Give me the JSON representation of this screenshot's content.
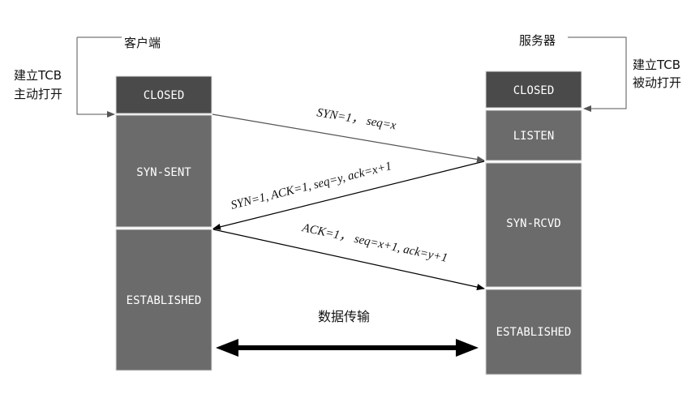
{
  "client": {
    "title": "客户端",
    "open_note": [
      "建立TCB",
      "主动打开"
    ],
    "states": [
      "CLOSED",
      "SYN-SENT",
      "ESTABLISHED"
    ]
  },
  "server": {
    "title": "服务器",
    "open_note": [
      "建立TCB",
      "被动打开"
    ],
    "states": [
      "CLOSED",
      "LISTEN",
      "SYN-RCVD",
      "ESTABLISHED"
    ]
  },
  "messages": {
    "syn": "SYN=1， seq=x",
    "syn_ack": "SYN=1, ACK=1, seq=y, ack=x+1",
    "ack": "ACK=1， seq=x+1, ack=y+1"
  },
  "data_transfer": "数据传输",
  "colors": {
    "closed": "#4a4a4a",
    "state": "#6b6b6b",
    "state_border": "#d9d9d9",
    "state_text": "#ffffff",
    "arrow": "#000000"
  }
}
